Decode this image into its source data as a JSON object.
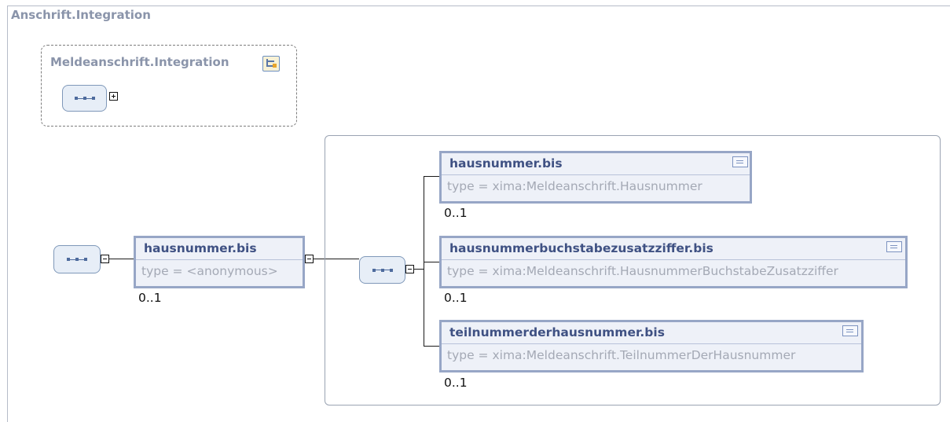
{
  "diagram": {
    "root_title": "Anschrift.Integration",
    "group_title": "Meldeanschrift.Integration",
    "main_element": {
      "name": "hausnummer.bis",
      "type": "type = <anonymous>",
      "cardinality": "0..1"
    },
    "children": [
      {
        "name": "hausnummer.bis",
        "type": "type = xima:Meldeanschrift.Hausnummer",
        "cardinality": "0..1"
      },
      {
        "name": "hausnummerbuchstabezusatzziffer.bis",
        "type": "type = xima:Meldeanschrift.HausnummerBuchstabeZusatzziffer",
        "cardinality": "0..1"
      },
      {
        "name": "teilnummerderhausnummer.bis",
        "type": "type = xima:Meldeanschrift.TeilnummerDerHausnummer",
        "cardinality": "0..1"
      }
    ],
    "icons": {
      "sequence": "sequence-compositor-icon",
      "expand": "expand-plus-icon",
      "collapse": "collapse-minus-icon",
      "complex_type": "complex-type-icon",
      "documentation": "documentation-icon"
    },
    "colors": {
      "element_border": "#97a6c6",
      "element_fill": "#eef1f8",
      "element_name": "#3f5183",
      "type_text": "#a4a9b5",
      "title_text": "#8a94aa"
    }
  }
}
